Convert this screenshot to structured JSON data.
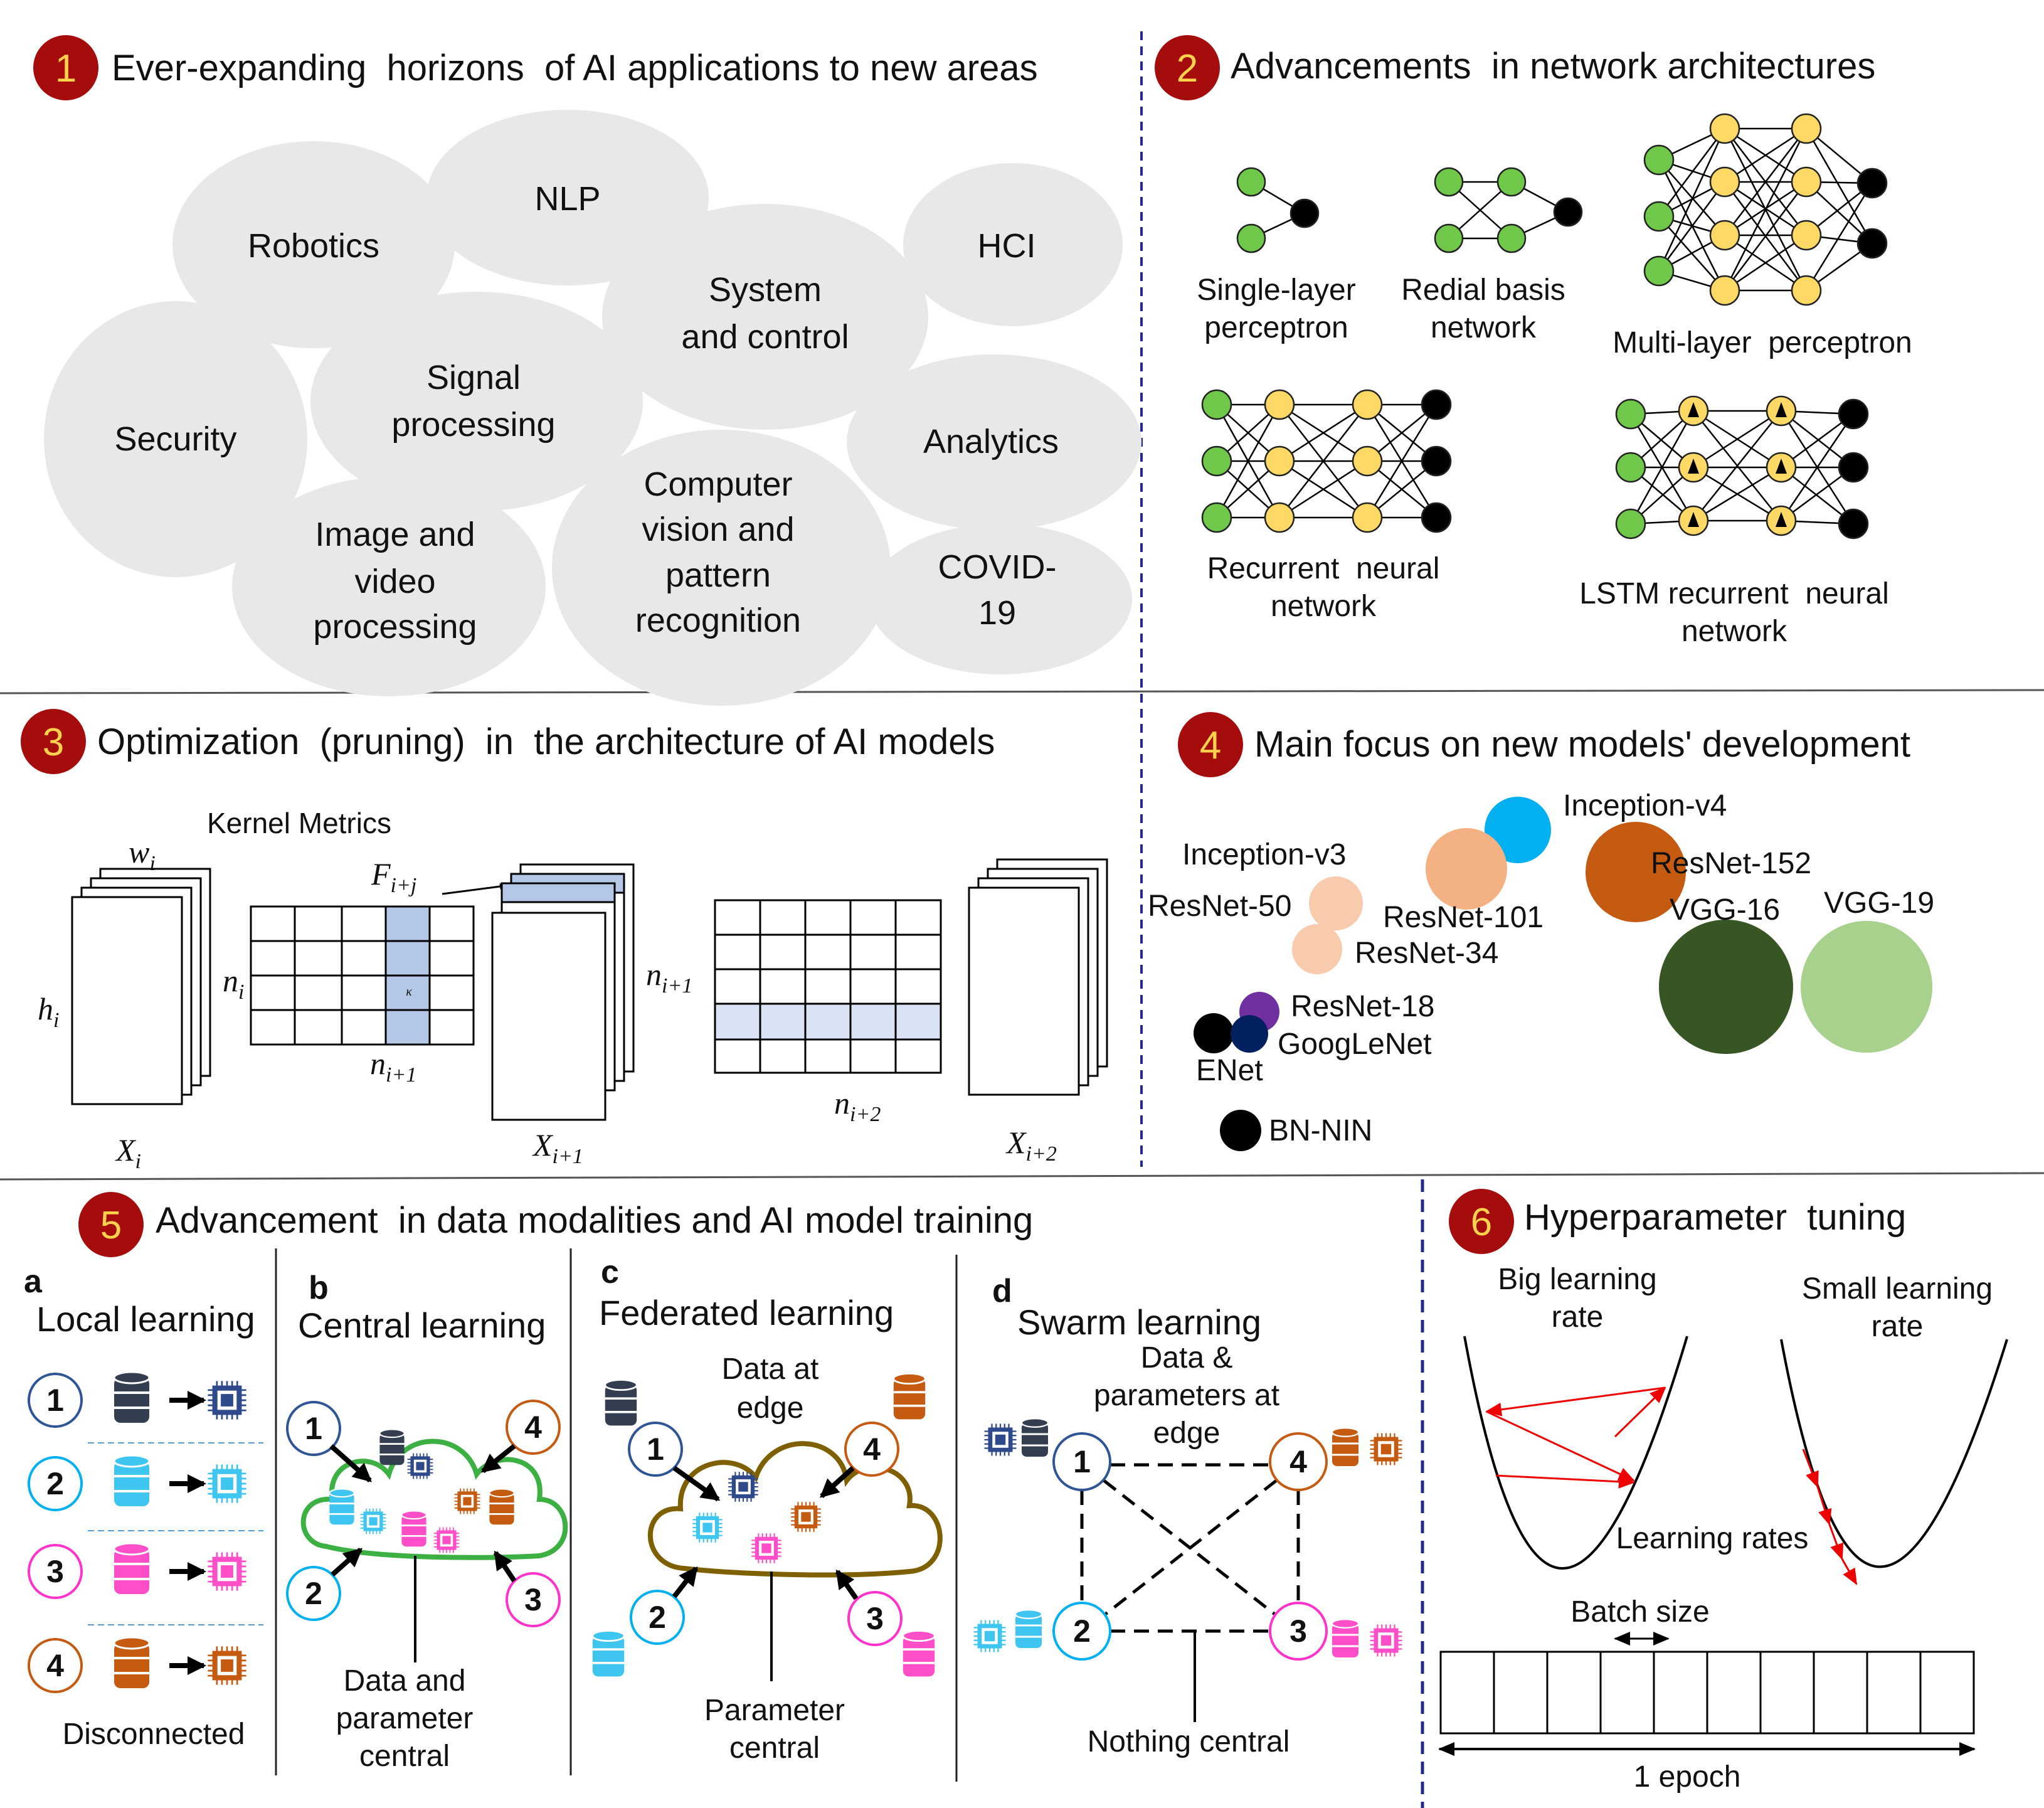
{
  "panels": [
    {
      "num": "1",
      "title": "Ever-expanding  horizons  of AI applications to new areas"
    },
    {
      "num": "2",
      "title": "Advancements  in network architectures"
    },
    {
      "num": "3",
      "title": "Optimization  (pruning)  in  the architecture of AI models"
    },
    {
      "num": "4",
      "title": "Main focus on new models' development"
    },
    {
      "num": "5",
      "title": "Advancement  in data modalities and AI model training"
    },
    {
      "num": "6",
      "title": "Hyperparameter  tuning"
    }
  ],
  "p1": {
    "areas": [
      {
        "lines": [
          "Robotics"
        ]
      },
      {
        "lines": [
          "NLP"
        ]
      },
      {
        "lines": [
          "HCI"
        ]
      },
      {
        "lines": [
          "System",
          "and control"
        ]
      },
      {
        "lines": [
          "Security"
        ]
      },
      {
        "lines": [
          "Signal",
          "processing"
        ]
      },
      {
        "lines": [
          "Analytics"
        ]
      },
      {
        "lines": [
          "Image and",
          "video",
          "processing"
        ]
      },
      {
        "lines": [
          "Computer",
          "vision and",
          "pattern",
          "recognition"
        ]
      },
      {
        "lines": [
          "COVID-",
          "19"
        ]
      }
    ]
  },
  "p2": {
    "networks": [
      {
        "lines": [
          "Single-layer",
          "perceptron"
        ]
      },
      {
        "lines": [
          "Redial basis",
          "network"
        ]
      },
      {
        "lines": [
          "Multi-layer  perceptron"
        ]
      },
      {
        "lines": [
          "Recurrent  neural",
          "network"
        ]
      },
      {
        "lines": [
          "LSTM recurrent  neural",
          "network"
        ]
      }
    ]
  },
  "p3": {
    "kernel_label": "Kernel Metrics",
    "w": "w",
    "w_sub": "i",
    "h": "h",
    "h_sub": "i",
    "f": "F",
    "f_sub": "i+j",
    "n1": "n",
    "n1_sub": "i",
    "n2": "n",
    "n2_sub": "i+1",
    "n3": "n",
    "n3_sub": "i+1",
    "n4": "n",
    "n4_sub": "i+2",
    "x1": "X",
    "x1_sub": "i",
    "x2": "X",
    "x2_sub": "i+1",
    "x3": "X",
    "x3_sub": "i+2",
    "kappa": "κ"
  },
  "p4": {
    "models": [
      {
        "label": "Inception-v4",
        "color": "#00b0f0"
      },
      {
        "label": "Inception-v3",
        "color": "#f4b183"
      },
      {
        "label": "ResNet-152",
        "color": "#c55a11"
      },
      {
        "label": "ResNet-50",
        "color": "#f8cbad"
      },
      {
        "label": "ResNet-101",
        "color": "#f4b183"
      },
      {
        "label": "VGG-16",
        "color": "#375623"
      },
      {
        "label": "VGG-19",
        "color": "#a9d18e"
      },
      {
        "label": "ResNet-34",
        "color": "#f8cbad"
      },
      {
        "label": "ResNet-18",
        "color": "#7030a0"
      },
      {
        "label": "GoogLeNet",
        "color": "#002060"
      },
      {
        "label": "ENet",
        "color": "#000000"
      },
      {
        "label": "BN-NIN",
        "color": "#000000"
      }
    ]
  },
  "p5": {
    "a": {
      "letter": "a",
      "title": "Local learning",
      "footer": "Disconnected"
    },
    "b": {
      "letter": "b",
      "title": "Central learning",
      "footer": [
        "Data and",
        "parameter",
        "central"
      ]
    },
    "c": {
      "letter": "c",
      "title": "Federated learning",
      "top": [
        "Data at",
        "edge"
      ],
      "footer": [
        "Parameter",
        "central"
      ]
    },
    "d": {
      "letter": "d",
      "title": "Swarm learning",
      "top": [
        "Data &",
        "parameters at",
        "edge"
      ],
      "footer": "Nothing central"
    },
    "nodes": [
      "1",
      "2",
      "3",
      "4"
    ],
    "colors": {
      "n1": "#333f50",
      "n2": "#3fc6f0",
      "n3": "#ff4fc8",
      "n4": "#c55a11",
      "chip1": "#2e4a8a",
      "ring1": "#2f5597",
      "ring2": "#00b0f0",
      "ring3": "#ff33cc",
      "ring4": "#c55a11"
    }
  },
  "p6": {
    "big": [
      "Big learning",
      "rate"
    ],
    "small": [
      "Small learning",
      "rate"
    ],
    "rates": "Learning rates",
    "batch": "Batch size",
    "epoch": "1 epoch"
  },
  "colors": {
    "badge": "#a50d0d",
    "badge_text": "#ffd24d",
    "cloud": "#e8e8e8",
    "green": "#70c84a",
    "yellow": "#ffd966",
    "divider_blue": "#1f2a8c",
    "highlight": "#b4c7e7"
  }
}
